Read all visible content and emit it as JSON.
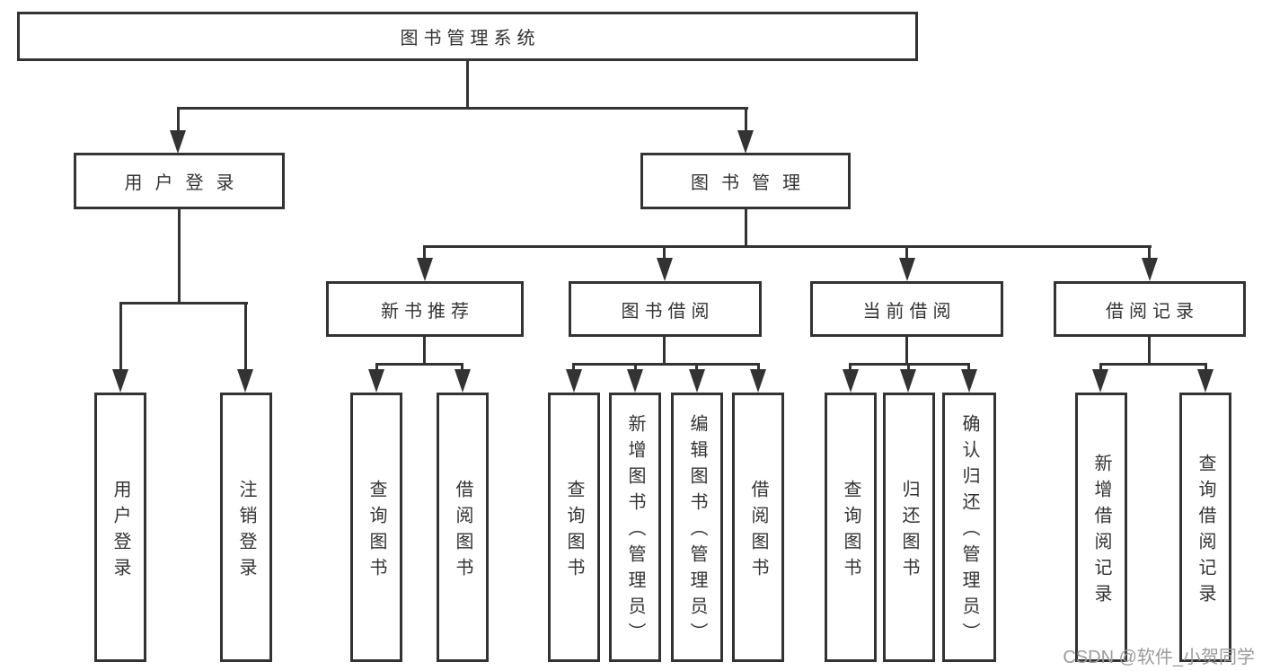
{
  "title": "图书管理系统",
  "watermark": "CSDN @软件_小贺同学",
  "colors": {
    "line": "#333333",
    "text": "#333333",
    "box_background": "#ffffff",
    "page_background": "#ffffff",
    "watermark": "#9b9b9b"
  },
  "tree": {
    "root": {
      "label": "图书管理系统",
      "children": [
        {
          "label": "用户登录",
          "children": [
            {
              "label": "用户登录"
            },
            {
              "label": "注销登录"
            }
          ]
        },
        {
          "label": "图书管理",
          "children": [
            {
              "label": "新书推荐",
              "children": [
                {
                  "label": "查询图书"
                },
                {
                  "label": "借阅图书"
                }
              ]
            },
            {
              "label": "图书借阅",
              "children": [
                {
                  "label": "查询图书"
                },
                {
                  "label": "新增图书（管理员）"
                },
                {
                  "label": "编辑图书（管理员）"
                },
                {
                  "label": "借阅图书"
                }
              ]
            },
            {
              "label": "当前借阅",
              "children": [
                {
                  "label": "查询图书"
                },
                {
                  "label": "归还图书"
                },
                {
                  "label": "确认归还（管理员）"
                }
              ]
            },
            {
              "label": "借阅记录",
              "children": [
                {
                  "label": "新增借阅记录"
                },
                {
                  "label": "查询借阅记录"
                }
              ]
            }
          ]
        }
      ]
    }
  }
}
